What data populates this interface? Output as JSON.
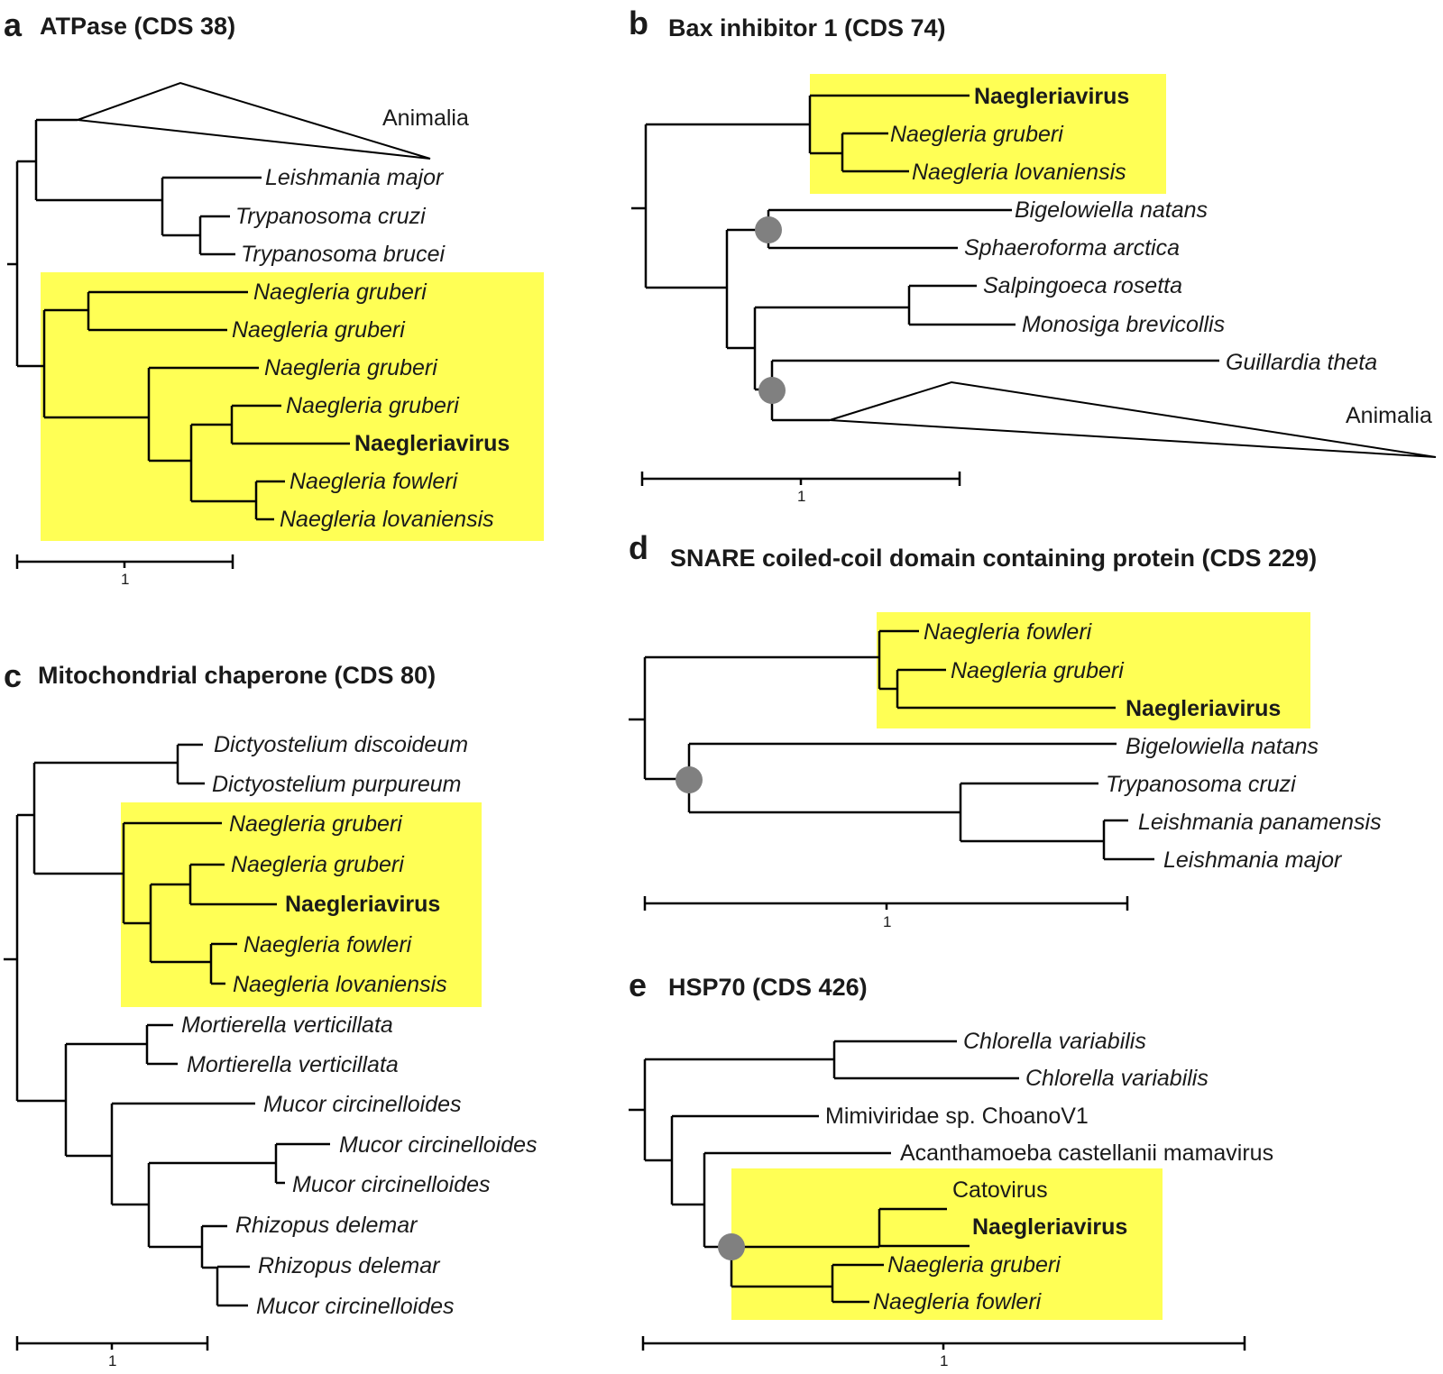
{
  "panels": [
    {
      "letter": "a",
      "title": "ATPase (CDS 38)",
      "taxa": [
        "Animalia",
        "Leishmania major",
        "Trypanosoma cruzi",
        "Trypanosoma brucei",
        "Naegleria gruberi",
        "Naegleria gruberi",
        "Naegleria gruberi",
        "Naegleria gruberi",
        "Naegleriavirus",
        "Naegleria fowleri",
        "Naegleria lovaniensis"
      ],
      "scale_label": "1"
    },
    {
      "letter": "b",
      "title": "Bax inhibitor 1 (CDS 74)",
      "taxa": [
        "Naegleriavirus",
        "Naegleria gruberi",
        "Naegleria lovaniensis",
        "Bigelowiella natans",
        "Sphaeroforma arctica",
        "Salpingoeca rosetta",
        "Monosiga brevicollis",
        "Guillardia theta",
        "Animalia"
      ],
      "scale_label": "1"
    },
    {
      "letter": "c",
      "title": "Mitochondrial chaperone (CDS 80)",
      "taxa": [
        "Dictyostelium discoideum",
        "Dictyostelium purpureum",
        "Naegleria gruberi",
        "Naegleria gruberi",
        "Naegleriavirus",
        "Naegleria fowleri",
        "Naegleria lovaniensis",
        "Mortierella verticillata",
        "Mortierella verticillata",
        "Mucor circinelloides",
        "Mucor circinelloides",
        "Mucor circinelloides",
        "Rhizopus delemar",
        "Rhizopus delemar",
        "Mucor circinelloides"
      ],
      "scale_label": "1"
    },
    {
      "letter": "d",
      "title": "SNARE coiled-coil domain containing protein (CDS 229)",
      "taxa": [
        "Naegleria fowleri",
        "Naegleria gruberi",
        "Naegleriavirus",
        "Bigelowiella natans",
        "Trypanosoma cruzi",
        "Leishmania panamensis",
        "Leishmania major"
      ],
      "scale_label": "1"
    },
    {
      "letter": "e",
      "title": "HSP70 (CDS 426)",
      "taxa": [
        "Chlorella variabilis",
        "Chlorella variabilis",
        "Mimiviridae sp. ChoanoV1",
        "Acanthamoeba castellanii mamavirus",
        "Catovirus",
        "Naegleriavirus",
        "Naegleria gruberi",
        "Naegleria fowleri"
      ],
      "scale_label": "1"
    }
  ],
  "colors": {
    "highlight": "#ffff55",
    "node_marker": "#808080",
    "line": "#000000"
  }
}
